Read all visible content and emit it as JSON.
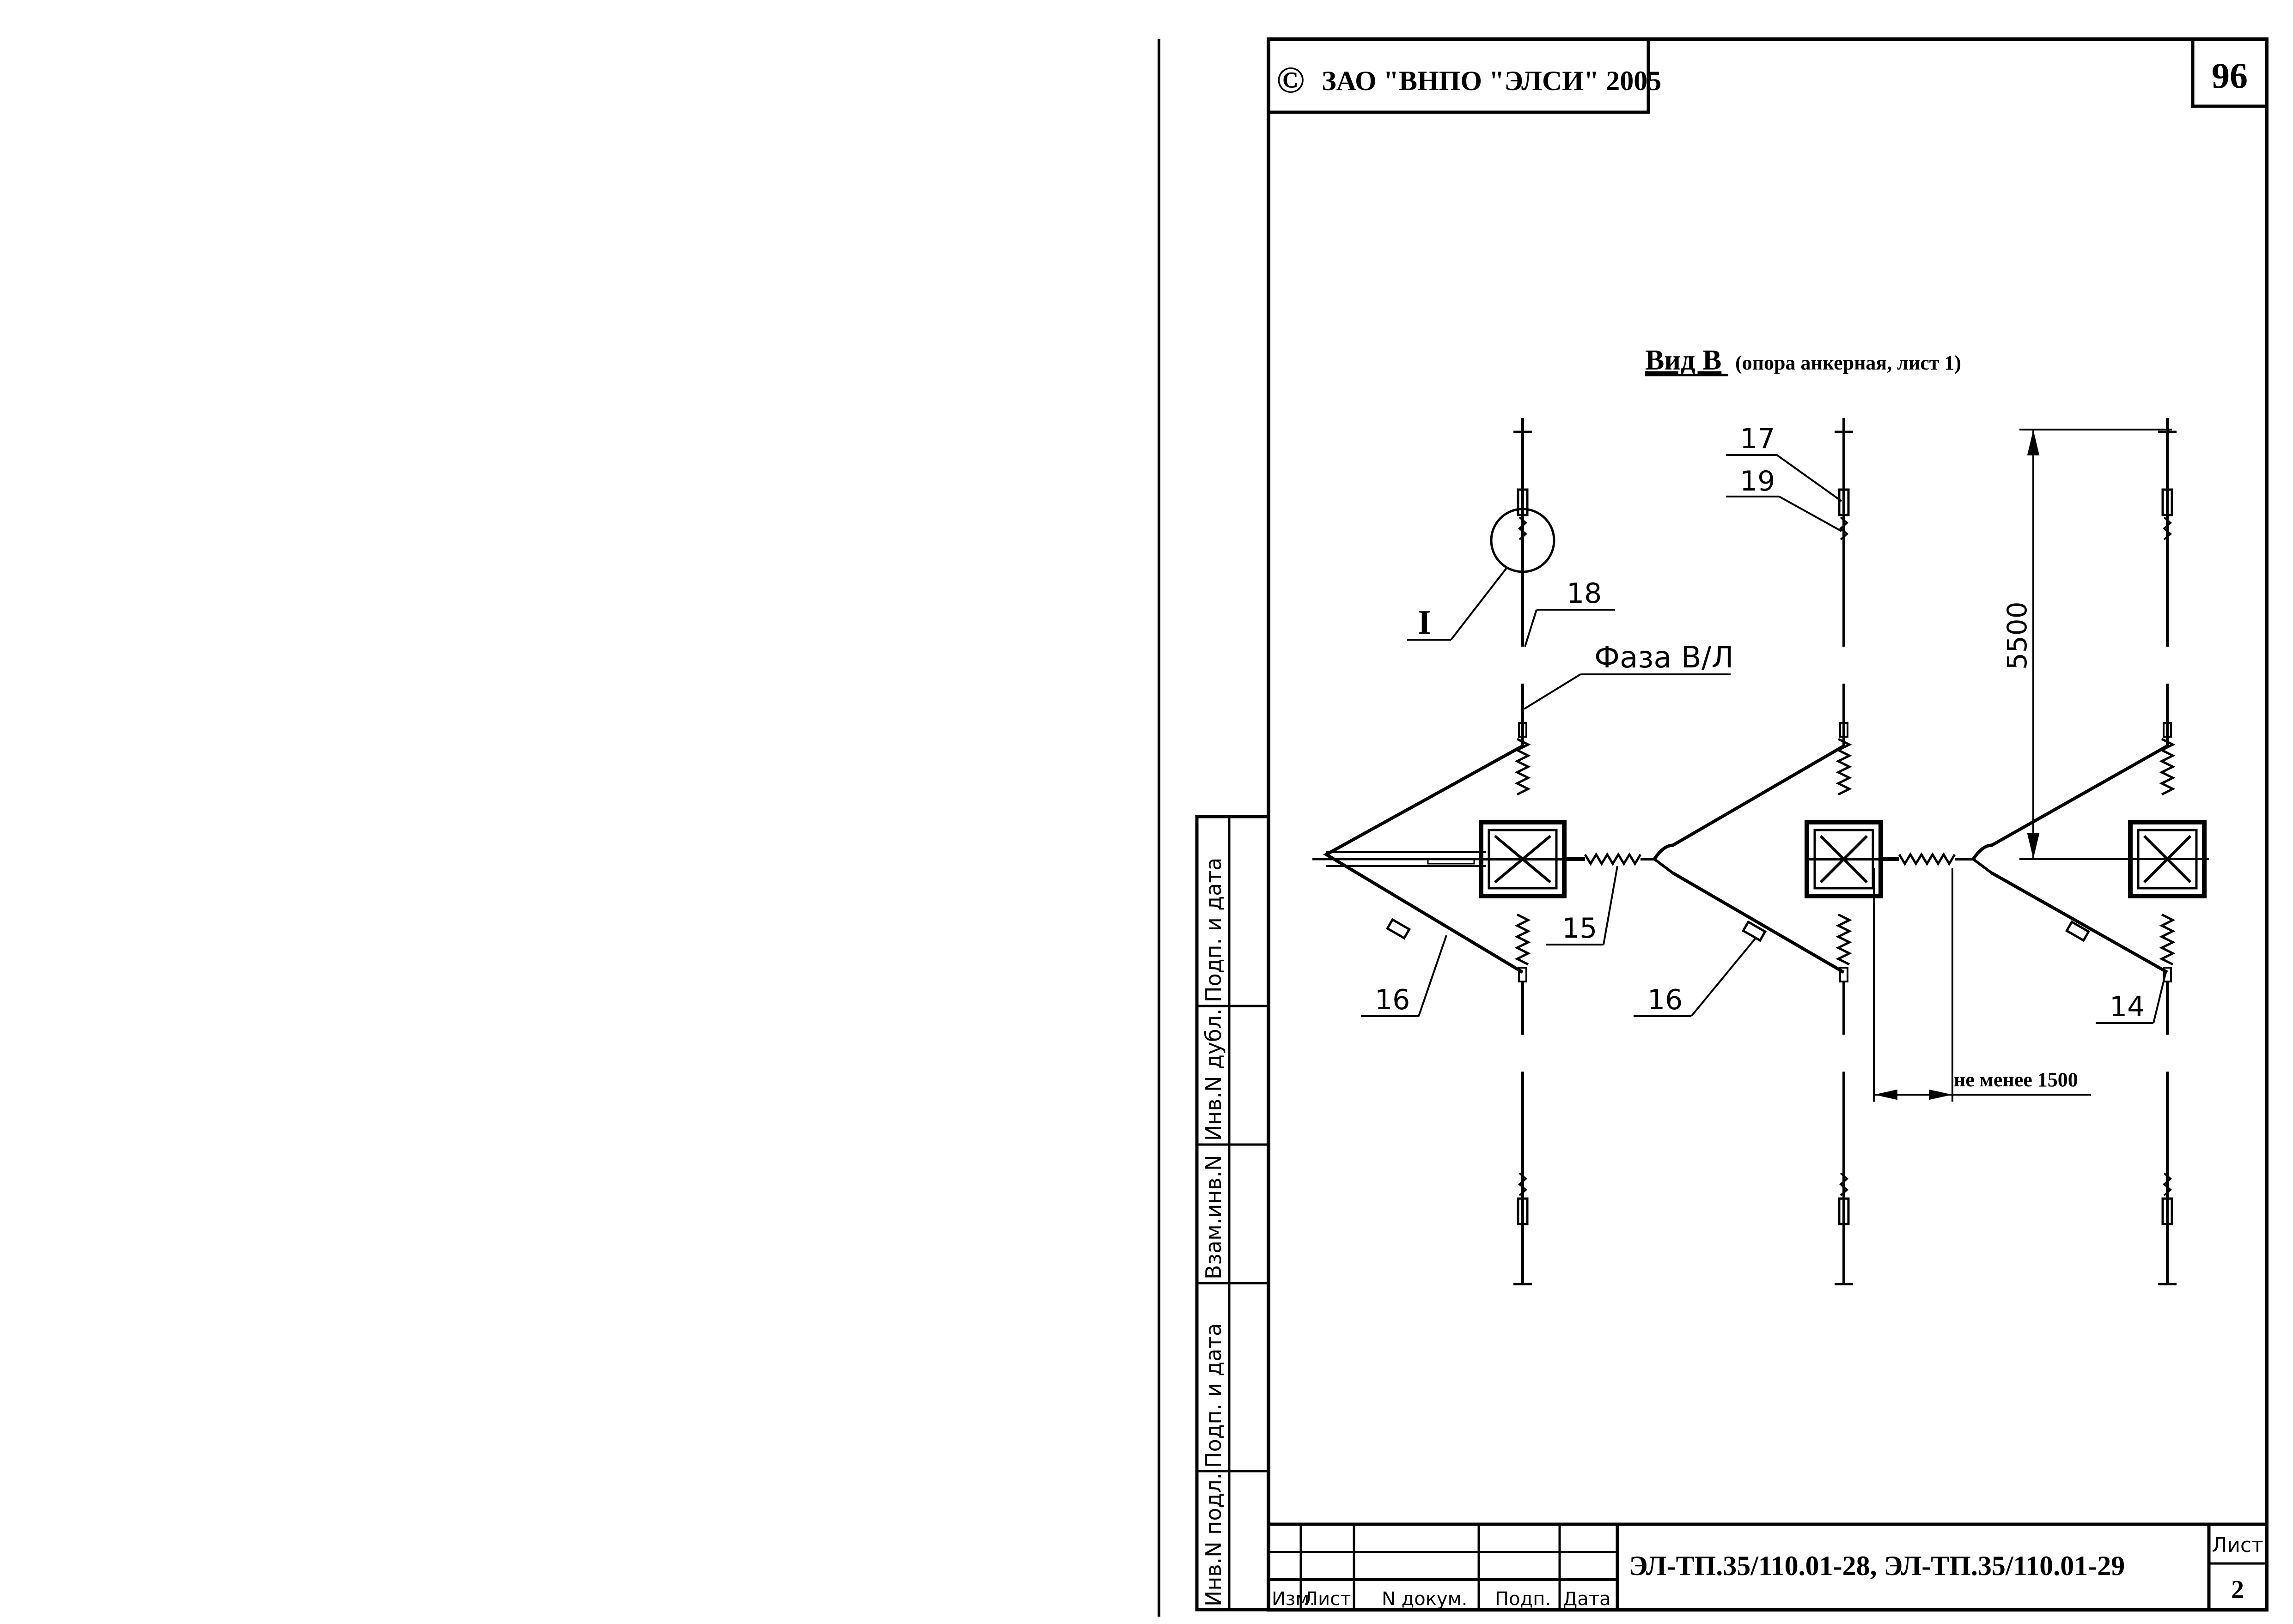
{
  "header": {
    "copyright_symbol": "©",
    "copyright_text": "ЗАО \"ВНПО \"ЭЛСИ\" 2005",
    "page_number": "96"
  },
  "view": {
    "title": "Вид В",
    "subtitle": "(опора анкерная, лист 1)"
  },
  "callouts": {
    "detail_I": "I",
    "c18": "18",
    "phase": "Фаза В/Л",
    "c17": "17",
    "c19": "19",
    "c15": "15",
    "c16a": "16",
    "c16b": "16",
    "c14": "14"
  },
  "dimensions": {
    "vertical": "5500",
    "horizontal": "не менее 1500"
  },
  "side_stamp": {
    "podp_data_top": "Подп. и дата",
    "inv_dubl": "Инв.N дубл.",
    "vzam_inv": "Взам.инв.N",
    "podp_data_bottom": "Подп. и дата",
    "inv_podl": "Инв.N подл."
  },
  "title_block": {
    "headers": [
      "Изм.",
      "Лист",
      "N докум.",
      "Подп.",
      "Дата"
    ],
    "document_code": "ЭЛ-ТП.35/110.01-28, ЭЛ-ТП.35/110.01-29",
    "sheet_label": "Лист",
    "sheet_number": "2"
  }
}
